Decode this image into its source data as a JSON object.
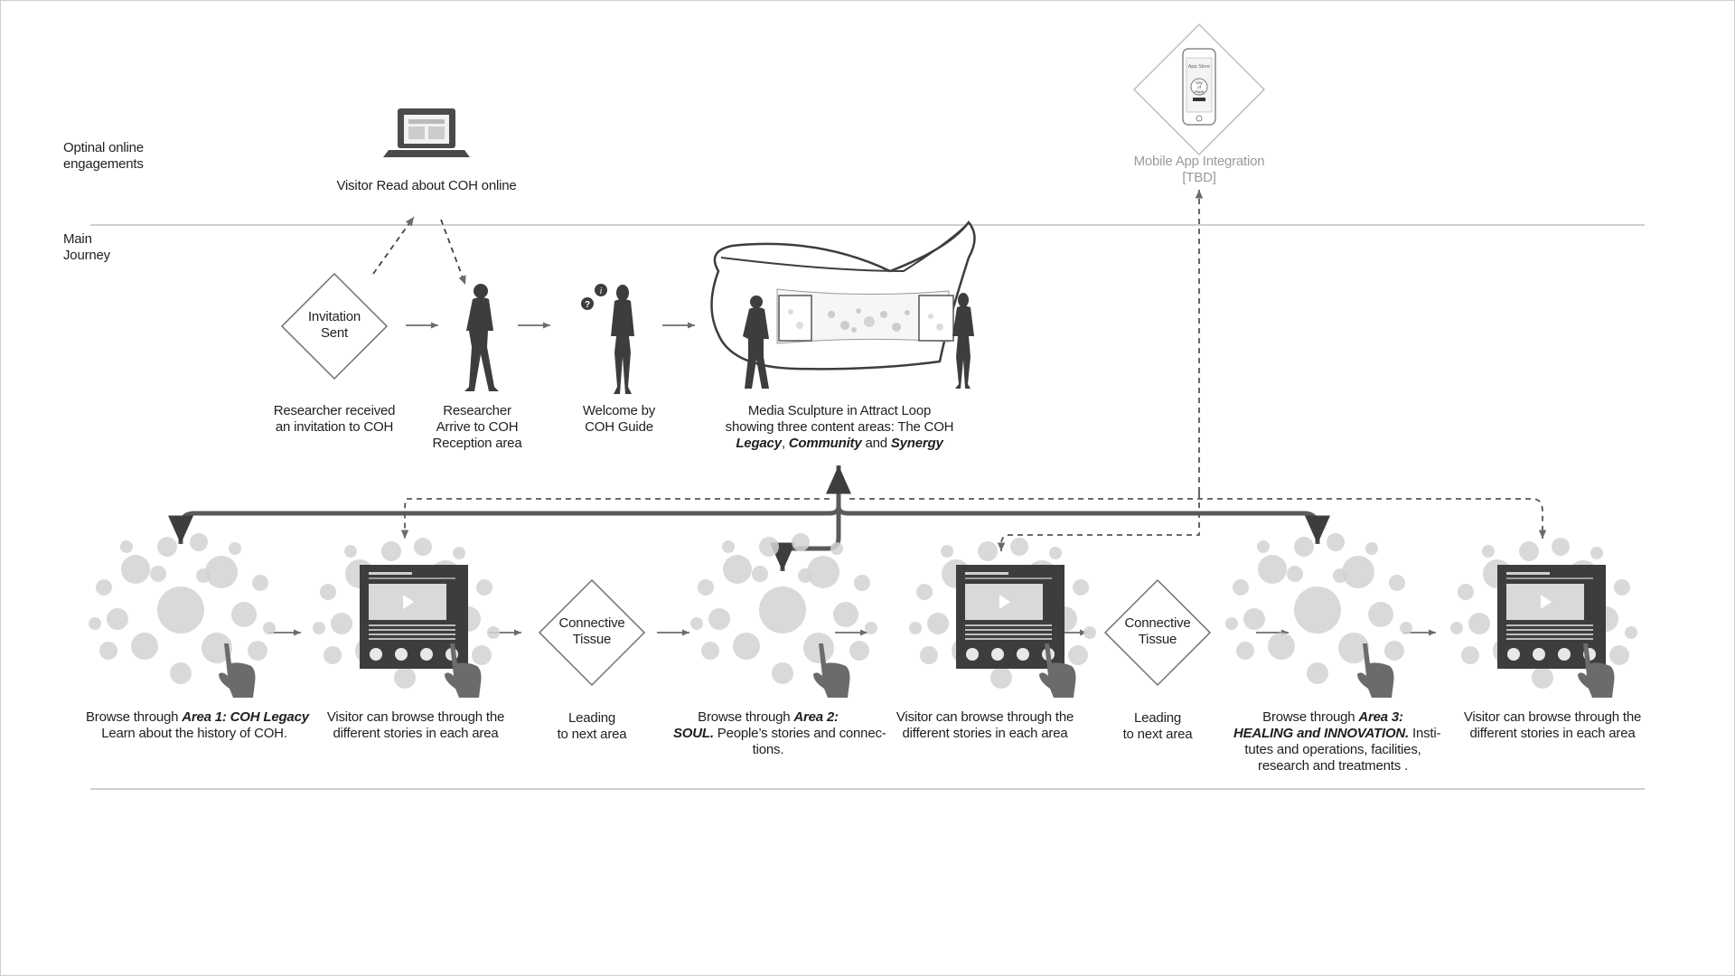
{
  "sections": {
    "online_label": [
      "Optinal online",
      "engagements"
    ],
    "main_label": [
      "Main",
      "Journey"
    ]
  },
  "online": {
    "laptop_caption": "Visitor Read about COH online",
    "app_store_text": "App Store",
    "app_badge": [
      "City",
      "of",
      "Hope"
    ],
    "mobile_caption": [
      "Mobile App Integration",
      "[TBD]"
    ]
  },
  "main": {
    "invitation_diamond": [
      "Invitation",
      "Sent"
    ],
    "invitation_caption": [
      "Researcher received",
      "an invitation to COH"
    ],
    "arrive_caption": [
      "Researcher",
      "Arrive to COH",
      "Reception area"
    ],
    "welcome_caption": [
      "Welcome by",
      "COH Guide"
    ],
    "sculpture_caption": {
      "line1": "Media Sculpture in Attract Loop",
      "line2": "showing three content areas: The COH",
      "legacy": "Legacy",
      "comma": ", ",
      "community": "Community",
      "and": " and ",
      "synergy": "Synergy"
    }
  },
  "browse": {
    "area1": {
      "prefix": "Browse through ",
      "bold": "Area 1: COH Legacy",
      "line2": "Learn about the history of COH."
    },
    "visitor_caption": [
      "Visitor can browse through the",
      "different  stories in each area"
    ],
    "connective": [
      "Connective",
      "Tissue"
    ],
    "leading": [
      "Leading",
      "to next area"
    ],
    "area2": {
      "prefix": "Browse through ",
      "bold1": "Area 2:",
      "bold2": "SOUL.",
      "rest": " People’s stories and connec-",
      "line3": "tions."
    },
    "area3": {
      "prefix": "Browse through ",
      "bold1": "Area 3:",
      "bold2": "HEALING and INNOVATION.",
      "rest": " Insti-",
      "line3": "tutes and operations, facilities,",
      "line4": "research and treatments ."
    }
  },
  "colors": {
    "dark": "#3d3d3d",
    "mid": "#6b6b6b",
    "bubble": "#d2d2d2",
    "line": "#cfcfcf",
    "grey_text": "#9a9a9a"
  }
}
